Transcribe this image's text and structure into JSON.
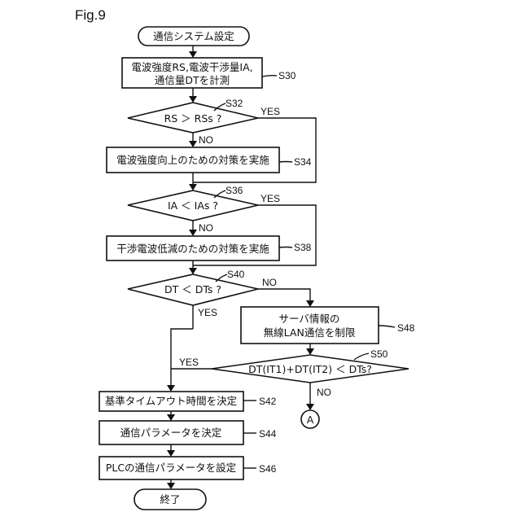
{
  "figure_label": "Fig.9",
  "nodes": {
    "start": "通信システム設定",
    "s30_line1": "電波強度RS,電波干渉量IA,",
    "s30_line2": "通信量DTを計測",
    "s32": "RS ＞ RSs ?",
    "s34": "電波強度向上のための対策を実施",
    "s36": "IA ＜ IAs ?",
    "s38": "干渉電波低減のための対策を実施",
    "s40": "DT ＜ DTs ?",
    "s48_line1": "サーバ情報の",
    "s48_line2": "無線LAN通信を制限",
    "s50": "DT(IT1)+DT(IT2) ＜ DTs?",
    "s42": "基準タイムアウト時間を決定",
    "s44": "通信パラメータを決定",
    "s46": "PLCの通信パラメータを設定",
    "end": "終了",
    "connector_a": "A"
  },
  "step_labels": {
    "s30": "S30",
    "s32": "S32",
    "s34": "S34",
    "s36": "S36",
    "s38": "S38",
    "s40": "S40",
    "s42": "S42",
    "s44": "S44",
    "s46": "S46",
    "s48": "S48",
    "s50": "S50"
  },
  "branch_labels": {
    "s32_yes": "YES",
    "s32_no": "NO",
    "s36_yes": "YES",
    "s36_no": "NO",
    "s40_no": "NO",
    "s40_yes": "YES",
    "s50_yes": "YES",
    "s50_no": "NO"
  }
}
